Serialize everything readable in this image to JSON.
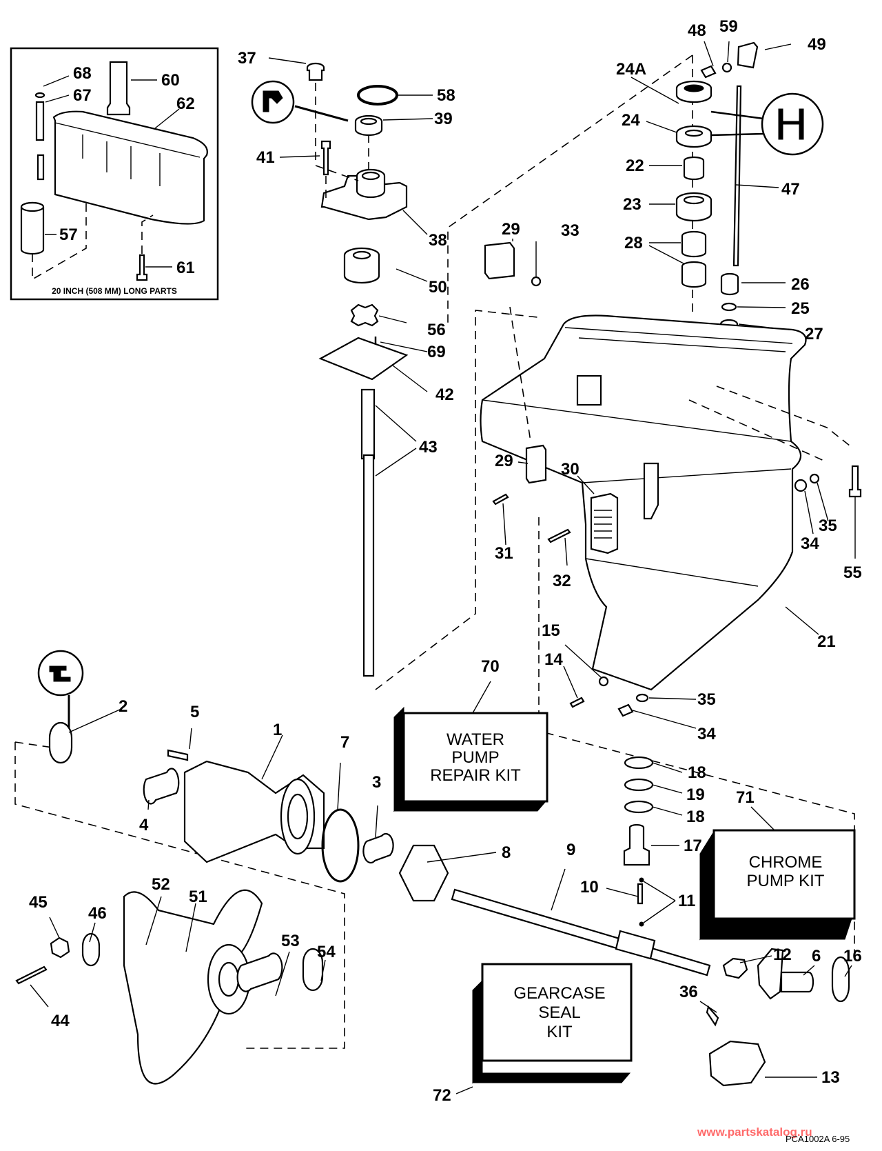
{
  "diagram": {
    "title": "Gearcase exploded parts diagram",
    "inset_caption": "20 INCH (508 MM) LONG PARTS",
    "inset_callouts": [
      "68",
      "67",
      "60",
      "62",
      "57",
      "61"
    ],
    "callouts": [
      "37",
      "58",
      "39",
      "41",
      "38",
      "50",
      "56",
      "69",
      "42",
      "43",
      "48",
      "59",
      "49",
      "24A",
      "24",
      "22",
      "23",
      "28",
      "47",
      "26",
      "25",
      "27",
      "29",
      "33",
      "29",
      "30",
      "31",
      "32",
      "34",
      "35",
      "55",
      "21",
      "15",
      "14",
      "35",
      "34",
      "70",
      "2",
      "5",
      "1",
      "7",
      "4",
      "3",
      "8",
      "9",
      "18",
      "19",
      "18",
      "71",
      "17",
      "10",
      "11",
      "12",
      "6",
      "16",
      "36",
      "13",
      "45",
      "46",
      "52",
      "51",
      "53",
      "54",
      "44",
      "72"
    ],
    "kits": [
      {
        "number": "70",
        "lines": [
          "WATER",
          "PUMP",
          "REPAIR KIT"
        ]
      },
      {
        "number": "71",
        "lines": [
          "CHROME",
          "PUMP KIT"
        ]
      },
      {
        "number": "72",
        "lines": [
          "GEARCASE",
          "SEAL",
          "KIT"
        ]
      }
    ],
    "reference_code": "PCA1002A   6-95",
    "watermark": "www.partskatalog.ru"
  }
}
